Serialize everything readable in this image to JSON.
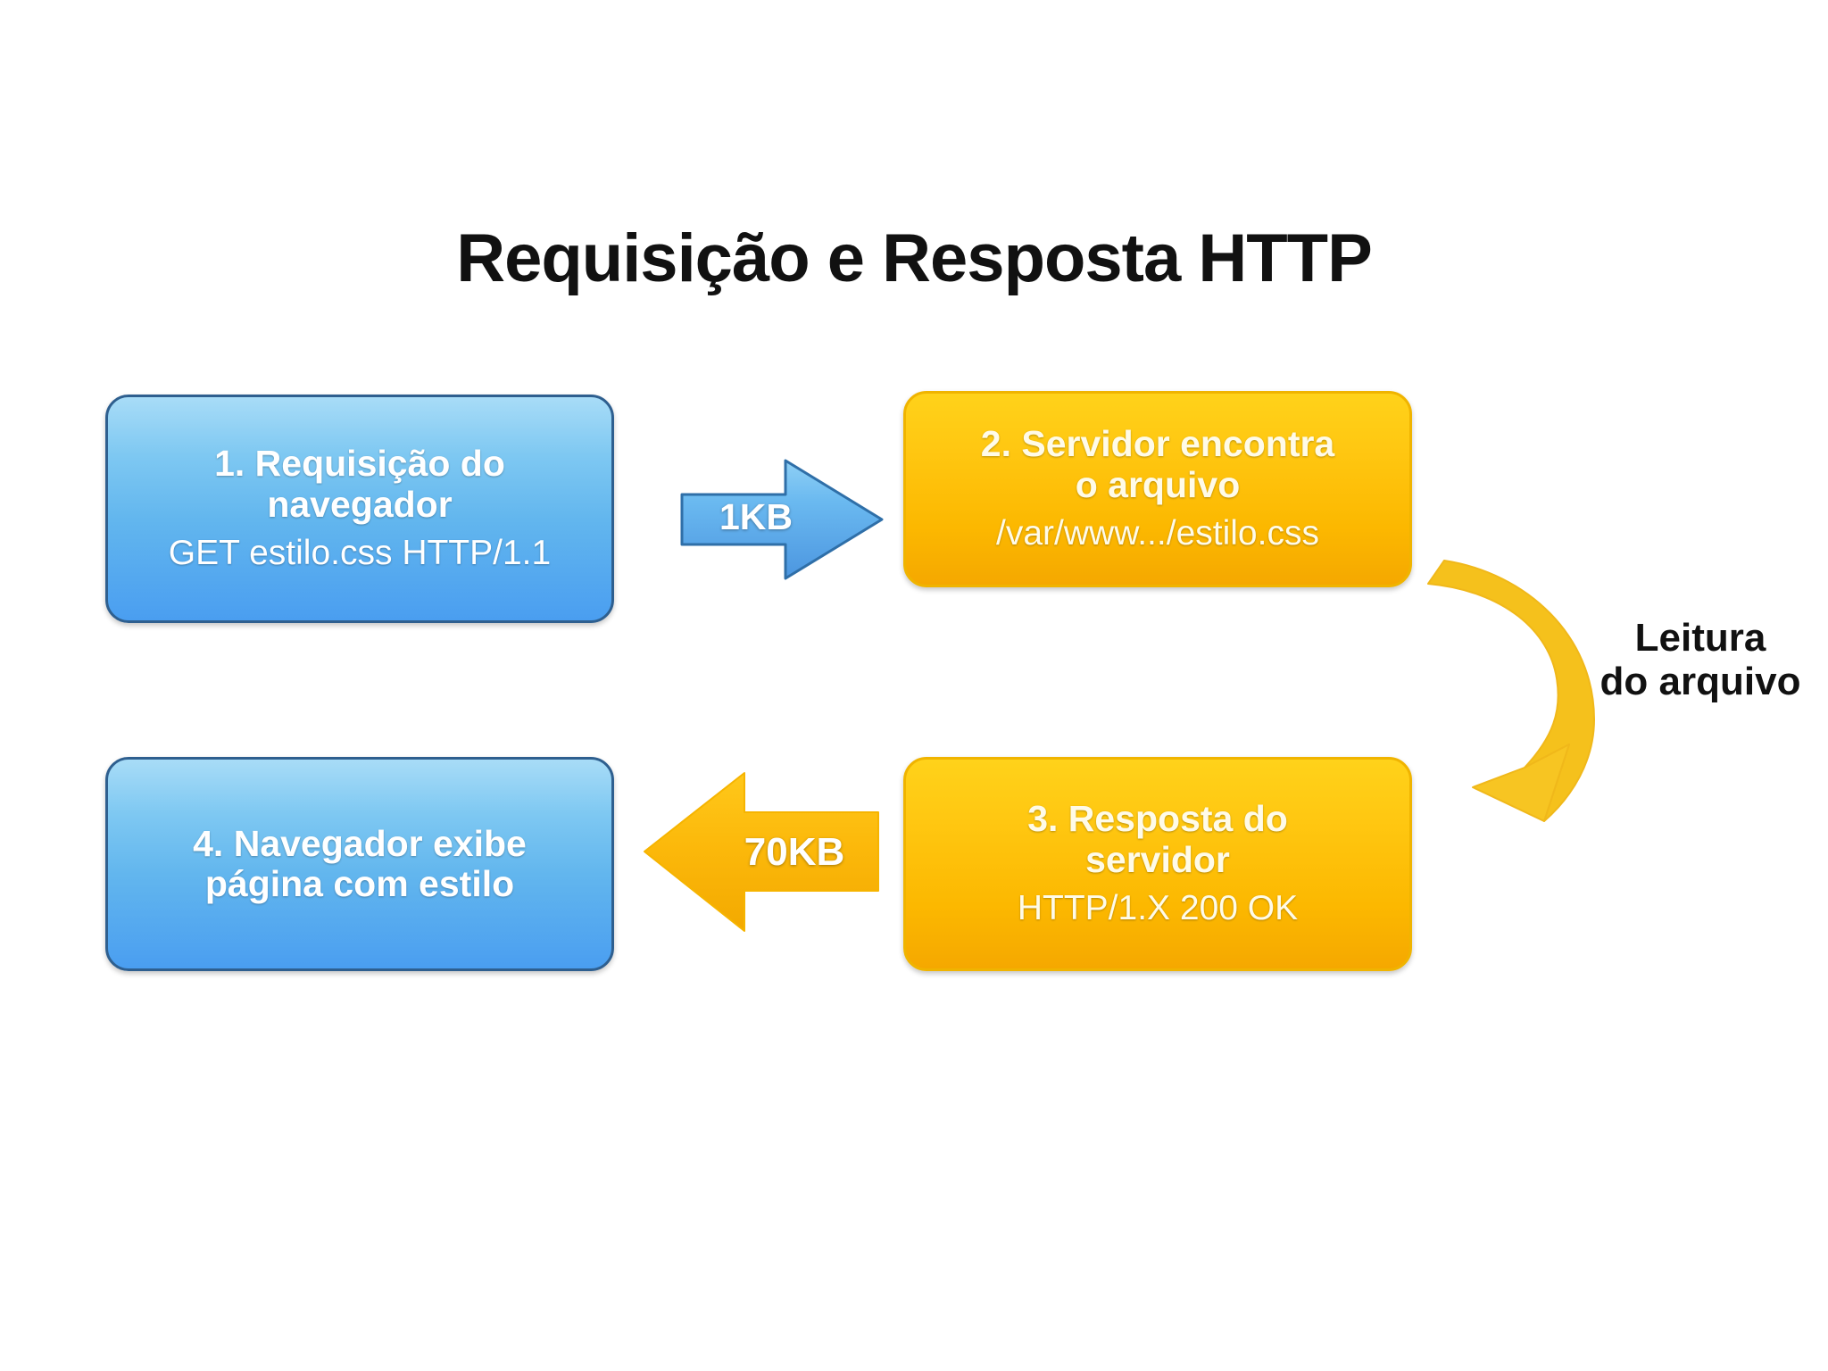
{
  "diagram": {
    "title": "Requisição e Resposta HTTP",
    "background_color": "#ffffff",
    "title_color": "#111111",
    "accent_blue": "#4a9ef0",
    "accent_blue_border": "#2e5f8f",
    "accent_orange": "#fcb800",
    "accent_orange_border": "#f0b400",
    "curved_arrow_color": "#f5c11c"
  },
  "steps": [
    {
      "id": "step-1",
      "title": "1. Requisição do",
      "title2": "navegador",
      "detail": "GET estilo.css HTTP/1.1",
      "color": "blue"
    },
    {
      "id": "step-2",
      "title": "2.  Servidor encontra",
      "title2": "o arquivo",
      "detail": "/var/www.../estilo.css",
      "color": "orange"
    },
    {
      "id": "step-3",
      "title": "3. Resposta do",
      "title2": "servidor",
      "detail": "HTTP/1.X 200 OK",
      "color": "orange"
    },
    {
      "id": "step-4",
      "title": "4. Navegador exibe",
      "title2": "página com estilo",
      "detail": "",
      "color": "blue"
    }
  ],
  "arrows": [
    {
      "id": "arrow-request",
      "label": "1KB",
      "direction": "right",
      "color": "blue",
      "from": "step-1",
      "to": "step-2"
    },
    {
      "id": "arrow-response",
      "label": "70KB",
      "direction": "left",
      "color": "orange",
      "from": "step-3",
      "to": "step-4"
    },
    {
      "id": "arrow-read-file",
      "label": "",
      "direction": "curved-down",
      "color": "orange",
      "from": "step-2",
      "to": "step-3"
    }
  ],
  "captions": {
    "read_file_line1": "Leitura",
    "read_file_line2": "do arquivo"
  }
}
